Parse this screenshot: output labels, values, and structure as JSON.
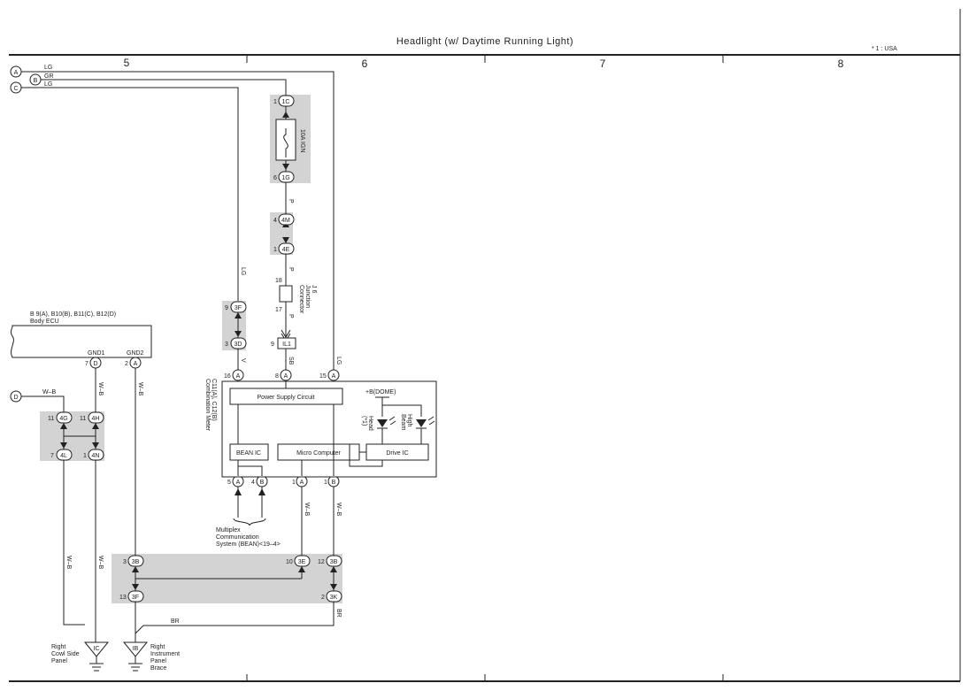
{
  "title": "Headlight (w/ Daytime Running Light)",
  "note": "* 1 : USA",
  "columns": [
    "5",
    "6",
    "7",
    "8"
  ],
  "refs": {
    "A": "A",
    "B": "B",
    "C": "C",
    "D": "D"
  },
  "wire_colors": {
    "lg": "LG",
    "gr": "GR",
    "p": "P",
    "v": "V",
    "sb": "SB",
    "wb": "W–B",
    "br": "BR"
  },
  "connectors": {
    "c1C": "1C",
    "c1G": "1G",
    "c4M": "4M",
    "c4E": "4E",
    "c3F": "3F",
    "c3D": "3D",
    "cIL1": "IL1",
    "c4G": "4G",
    "c4H": "4H",
    "c4L": "4L",
    "c4N": "4N",
    "c3B": "3B",
    "c3E": "3E",
    "c3K": "3K",
    "cA": "A",
    "cB": "B",
    "cD": "D"
  },
  "pins": {
    "p1": "1",
    "p6": "6",
    "p4": "4",
    "p9": "9",
    "p3": "3",
    "p18": "18",
    "p17": "17",
    "p16": "16",
    "p8": "8",
    "p15": "15",
    "p5": "5",
    "p7": "7",
    "p2": "2",
    "p11": "11",
    "p10": "10",
    "p12": "12",
    "p13": "13"
  },
  "fuse": "10A IGN",
  "junction": [
    "J 6",
    "Junction",
    "Connector"
  ],
  "ecu": {
    "label1": "B 9(A), B10(B), B11(C), B12(D)",
    "label2": "Body ECU",
    "gnd1": "GND1",
    "gnd2": "GND2"
  },
  "meter": {
    "label1": "C11(A), C12(B)",
    "label2": "Combination Meter",
    "power_supply": "Power Supply Circuit",
    "bean_ic": "BEAN IC",
    "micro": "Micro Computer",
    "drive_ic": "Drive IC",
    "dome": "+B(DOME)",
    "head_lbl": [
      "Head",
      "(*1)"
    ],
    "high_lbl": [
      "High",
      "Beam"
    ]
  },
  "multiplex": [
    "Multiplex",
    "Communication",
    "System (BEAN)<19–4>"
  ],
  "grounds": {
    "ic": "IC",
    "ib": "IB",
    "ic_label": [
      "Right",
      "Cowl Side",
      "Panel"
    ],
    "ib_label": [
      "Right",
      "Instrument",
      "Panel",
      "Brace"
    ]
  }
}
